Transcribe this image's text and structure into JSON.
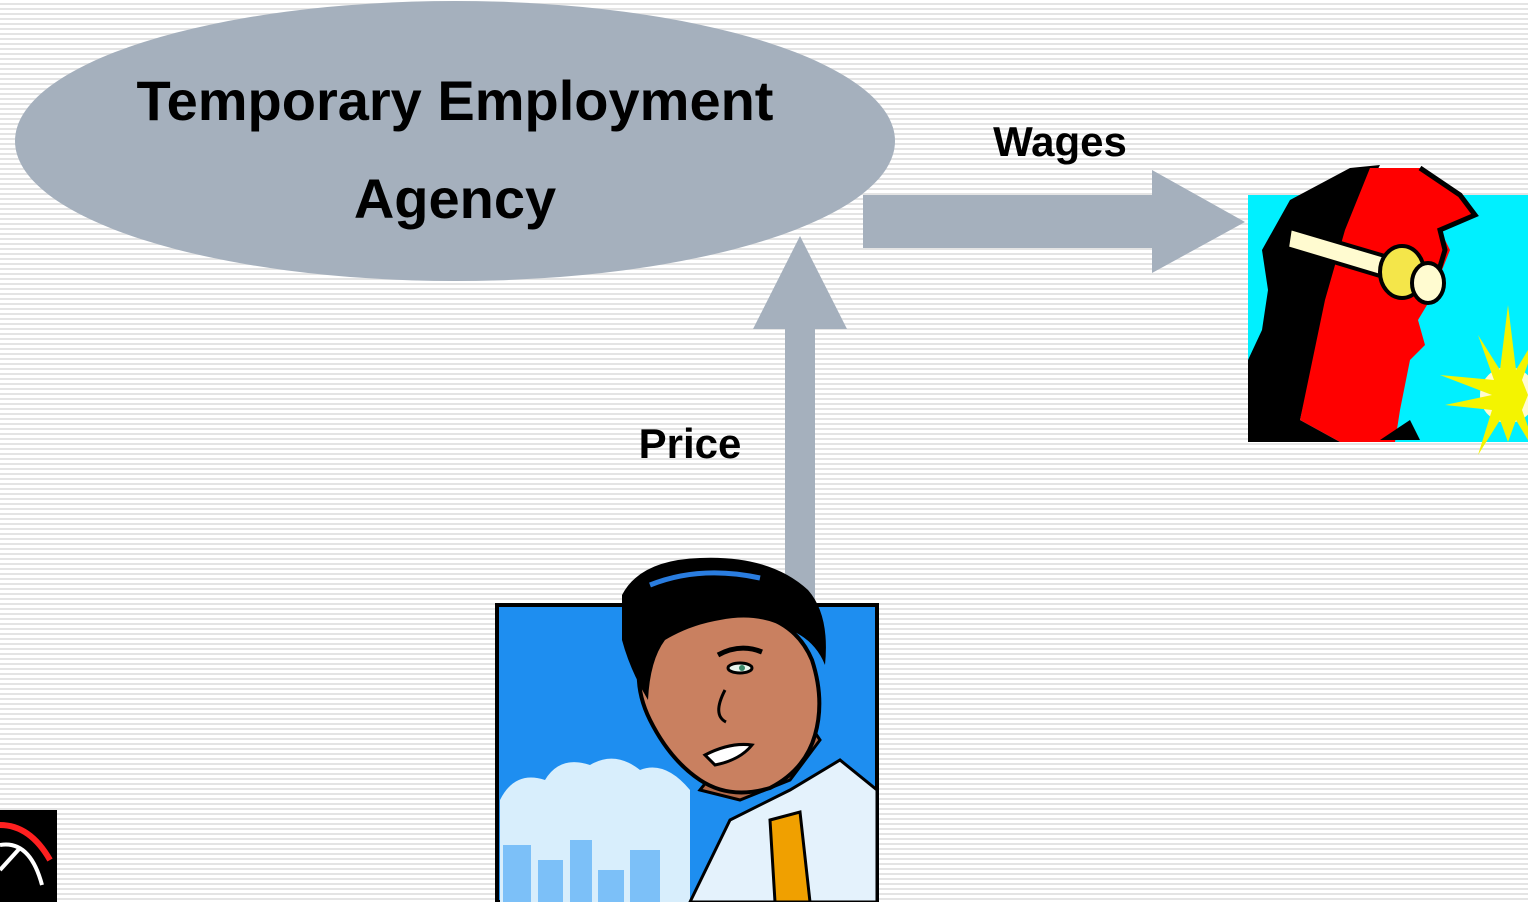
{
  "agency": {
    "line1": "Temporary Employment",
    "line2": "Agency"
  },
  "arrows": {
    "wages_label": "Wages",
    "price_label": "Price"
  },
  "colors": {
    "shape_gray": "#a5b0bd",
    "sky_cyan": "#00f0ff",
    "helmet_red": "#ff0000",
    "sun_yellow": "#f4f400",
    "man_sky_blue": "#1e8ef0",
    "skin": "#c98060",
    "tie_orange": "#f0a000"
  },
  "icons": [
    "welder-clipart",
    "businessman-clipart",
    "speedometer-icon"
  ]
}
